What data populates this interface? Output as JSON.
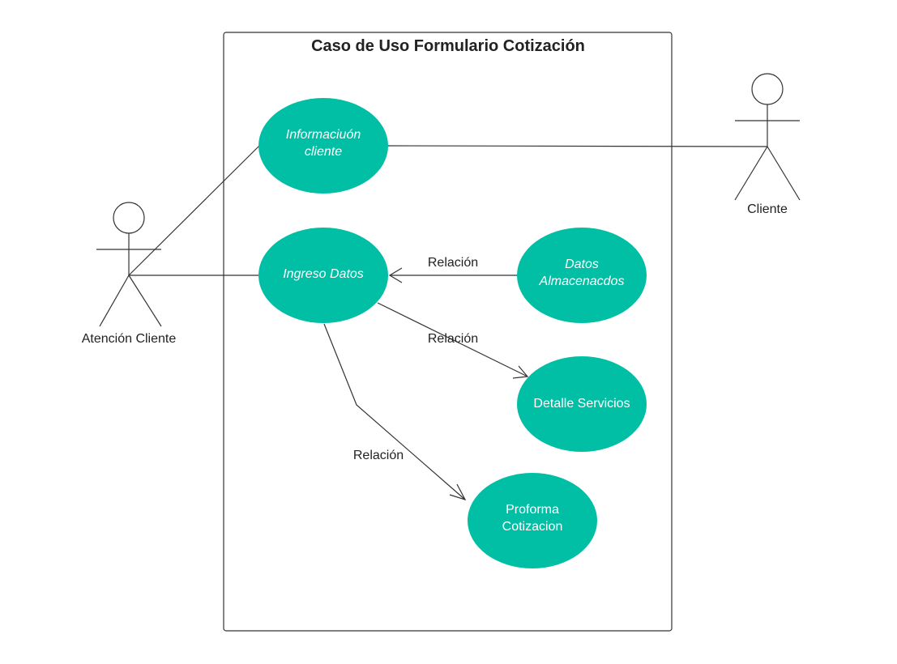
{
  "colors": {
    "usecase_fill": "#00BFA5",
    "line": "#333333",
    "text_on_usecase": "#ffffff"
  },
  "system": {
    "title": "Caso de Uso Formulario Cotización"
  },
  "actors": {
    "atencion_cliente": {
      "label": "Atención Cliente"
    },
    "cliente": {
      "label": "Cliente"
    }
  },
  "usecases": {
    "informacion_cliente": {
      "lines": [
        "Informaciuón",
        "cliente"
      ],
      "italic": true
    },
    "ingreso_datos": {
      "lines": [
        "Ingreso Datos"
      ],
      "italic": true
    },
    "datos_almacenados": {
      "lines": [
        "Datos",
        "Almacenacdos"
      ],
      "italic": true
    },
    "detalle_servicios": {
      "lines": [
        "Detalle Servicios"
      ],
      "italic": false
    },
    "proforma_cotizacion": {
      "lines": [
        "Proforma",
        "Cotizacion"
      ],
      "italic": false
    }
  },
  "relations": {
    "datos_to_ingreso": {
      "label": "Relación"
    },
    "ingreso_to_detalle": {
      "label": "Relación"
    },
    "ingreso_to_proforma": {
      "label": "Relación"
    }
  }
}
